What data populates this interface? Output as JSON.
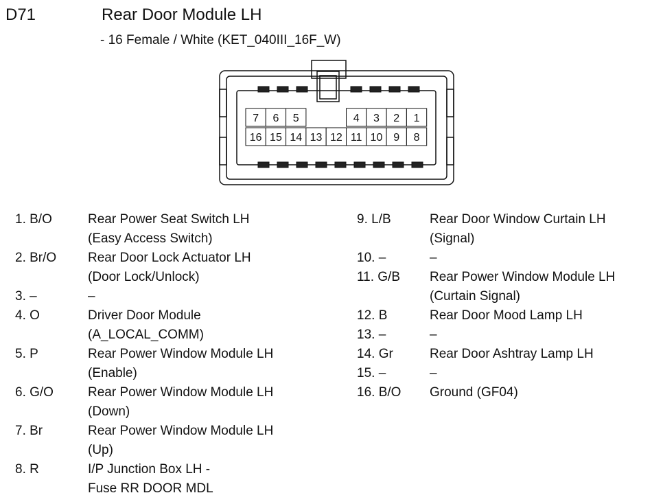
{
  "header": {
    "code": "D71",
    "title": "Rear Door Module LH",
    "subtitle": "- 16 Female / White (KET_040III_16F_W)"
  },
  "connector": {
    "top_row": [
      "7",
      "6",
      "5",
      "",
      "",
      "4",
      "3",
      "2",
      "1"
    ],
    "bottom_row": [
      "16",
      "15",
      "14",
      "13",
      "12",
      "11",
      "10",
      "9",
      "8"
    ]
  },
  "pins_left": [
    {
      "id": "1. B/O",
      "lines": [
        "Rear Power Seat Switch LH",
        "(Easy Access Switch)"
      ]
    },
    {
      "id": "2. Br/O",
      "lines": [
        "Rear Door Lock Actuator LH",
        "(Door Lock/Unlock)"
      ]
    },
    {
      "id": "3. –",
      "lines": [
        "–"
      ]
    },
    {
      "id": "4. O",
      "lines": [
        "Driver Door Module",
        "(A_LOCAL_COMM)"
      ]
    },
    {
      "id": "5. P",
      "lines": [
        "Rear Power Window Module LH",
        "(Enable)"
      ]
    },
    {
      "id": "6. G/O",
      "lines": [
        "Rear Power Window Module LH",
        "(Down)"
      ]
    },
    {
      "id": "7. Br",
      "lines": [
        "Rear Power Window Module LH",
        "(Up)"
      ]
    },
    {
      "id": "8. R",
      "lines": [
        "I/P Junction Box LH -",
        "Fuse RR DOOR MDL"
      ]
    }
  ],
  "pins_right": [
    {
      "id": "9. L/B",
      "lines": [
        "Rear Door Window Curtain LH",
        "(Signal)"
      ]
    },
    {
      "id": "10. –",
      "lines": [
        "–"
      ]
    },
    {
      "id": "11. G/B",
      "lines": [
        "Rear Power Window Module LH",
        "(Curtain Signal)"
      ]
    },
    {
      "id": "12. B",
      "lines": [
        "Rear Door Mood Lamp LH"
      ]
    },
    {
      "id": "13. –",
      "lines": [
        "–"
      ]
    },
    {
      "id": "14. Gr",
      "lines": [
        "Rear Door Ashtray Lamp LH"
      ]
    },
    {
      "id": "15. –",
      "lines": [
        "–"
      ]
    },
    {
      "id": "16. B/O",
      "lines": [
        "Ground (GF04)"
      ]
    }
  ]
}
